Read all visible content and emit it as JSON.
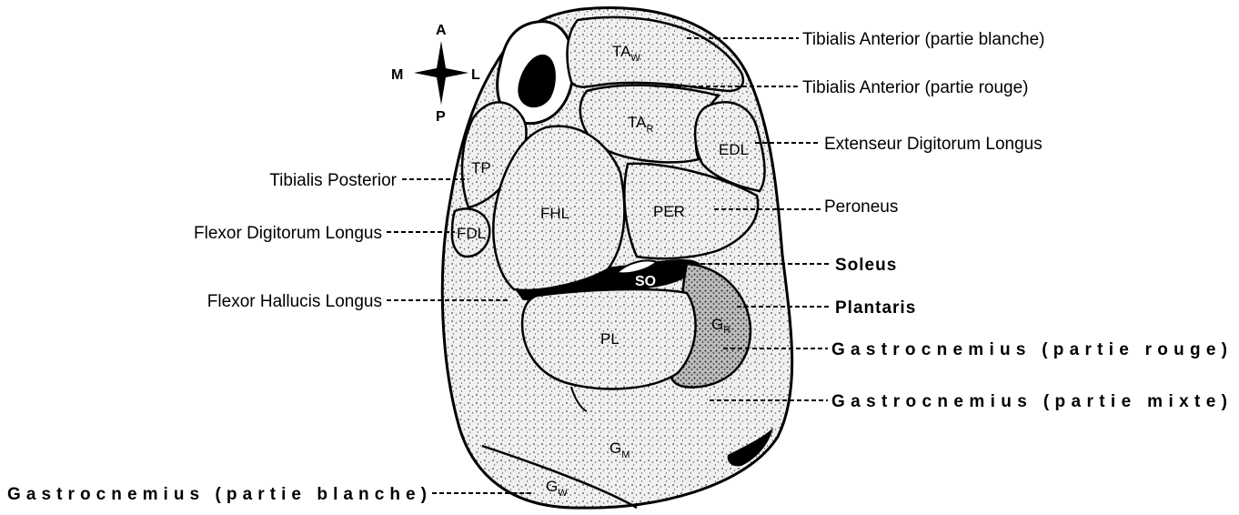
{
  "orientation": {
    "anterior": "A",
    "medial": "M",
    "lateral": "L",
    "posterior": "P"
  },
  "muscles": {
    "taw": {
      "abbr": "TA",
      "sub": "W"
    },
    "tar": {
      "abbr": "TA",
      "sub": "R"
    },
    "edl": {
      "abbr": "EDL"
    },
    "tp": {
      "abbr": "TP"
    },
    "fdl": {
      "abbr": "FDL"
    },
    "fhl": {
      "abbr": "FHL"
    },
    "per": {
      "abbr": "PER"
    },
    "so": {
      "abbr": "SO"
    },
    "pl": {
      "abbr": "PL"
    },
    "gr": {
      "abbr": "G",
      "sub": "R"
    },
    "gm": {
      "abbr": "G",
      "sub": "M"
    },
    "gw": {
      "abbr": "G",
      "sub": "W"
    }
  },
  "labels": {
    "tibialis_anterior_white": "Tibialis Anterior (partie blanche)",
    "tibialis_anterior_red": "Tibialis Anterior (partie rouge)",
    "extensor_digitorum_longus": "Extenseur Digitorum Longus",
    "tibialis_posterior": "Tibialis Posterior",
    "peroneus": "Peroneus",
    "flexor_digitorum_longus": "Flexor Digitorum Longus",
    "soleus": "Soleus",
    "flexor_hallucis_longus": "Flexor Hallucis Longus",
    "plantaris": "Plantaris",
    "gastrocnemius_red": "Gastrocnemius (partie rouge)",
    "gastrocnemius_mixed": "Gastrocnemius (partie mixte)",
    "gastrocnemius_white": "Gastrocnemius (partie blanche)"
  }
}
